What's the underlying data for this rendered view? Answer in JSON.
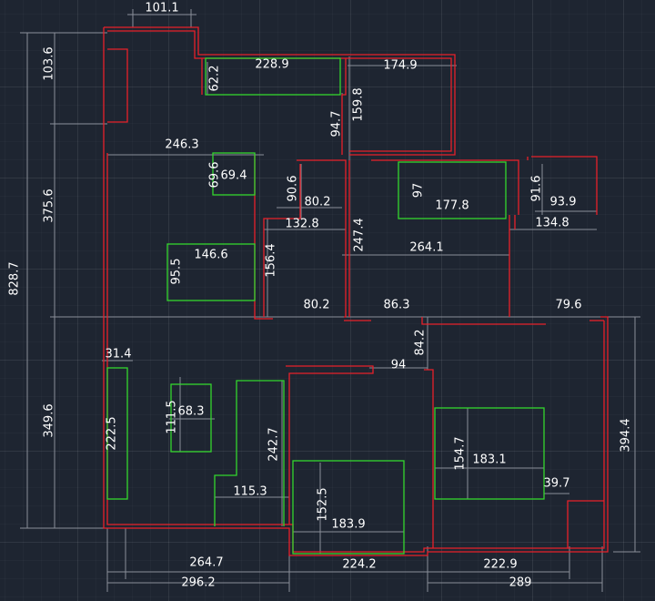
{
  "colors": {
    "background": "#1e2531",
    "wall": "#e8202a",
    "furniture": "#33d62e",
    "dimension": "#8a8f99",
    "text": "#ffffff"
  },
  "dimensions": {
    "top_width": "101.1",
    "top_left_height": "103.6",
    "overall_height": "828.7",
    "upper_left_height": "375.6",
    "lower_left_height": "349.6",
    "top_bar_width": "228.9",
    "top_bar_height": "62.2",
    "top_right_room_width": "174.9",
    "top_right_room_height": "159.8",
    "top_mid_offset": "94.7",
    "living_width": "246.3",
    "small_box_width": "69.4",
    "small_box_height": "69.6",
    "table_width": "146.6",
    "table_height": "95.5",
    "closet_height": "90.6",
    "closet_width": "80.2",
    "hall_width": "132.8",
    "hall_height": "156.4",
    "hall_bottom_width": "80.2",
    "corridor_height": "247.4",
    "bed_height": "97",
    "bed_width": "177.8",
    "bedroom_width": "264.1",
    "corridor_bottom_width": "86.3",
    "right_room_height": "91.6",
    "right_room_width": "93.9",
    "right_hall_width": "134.8",
    "right_bottom_width": "79.6",
    "left_strip_width": "31.4",
    "left_strip_height": "222.5",
    "stool_width": "68.3",
    "stool_height": "111.5",
    "kitchen_height": "242.7",
    "kitchen_width": "115.3",
    "mid_room_width": "94",
    "mid_room_offset": "84.2",
    "bed2_height": "152.5",
    "bed2_width": "183.9",
    "bed3_height": "154.7",
    "bed3_width": "183.1",
    "right_stub_width": "39.7",
    "right_outer_height": "394.4",
    "bottom_left_width": "264.7",
    "bottom_left_total": "296.2",
    "bottom_mid_width": "224.2",
    "bottom_right_width": "222.9",
    "bottom_right_total": "289"
  }
}
